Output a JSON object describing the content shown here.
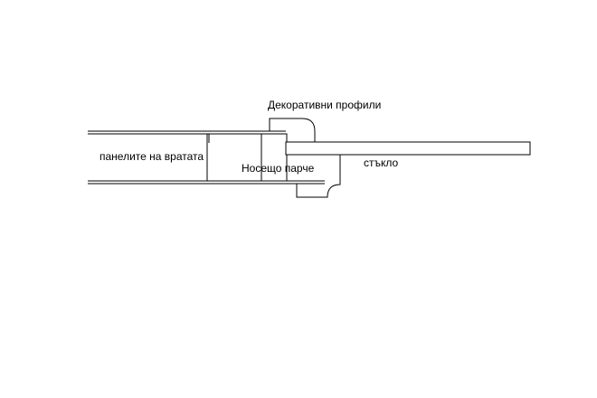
{
  "labels": {
    "decorative_profiles": "Декоративни профили",
    "door_panels": "панелите на вратата",
    "carrier_piece": "Носещо парче",
    "glass": "стъкло"
  }
}
